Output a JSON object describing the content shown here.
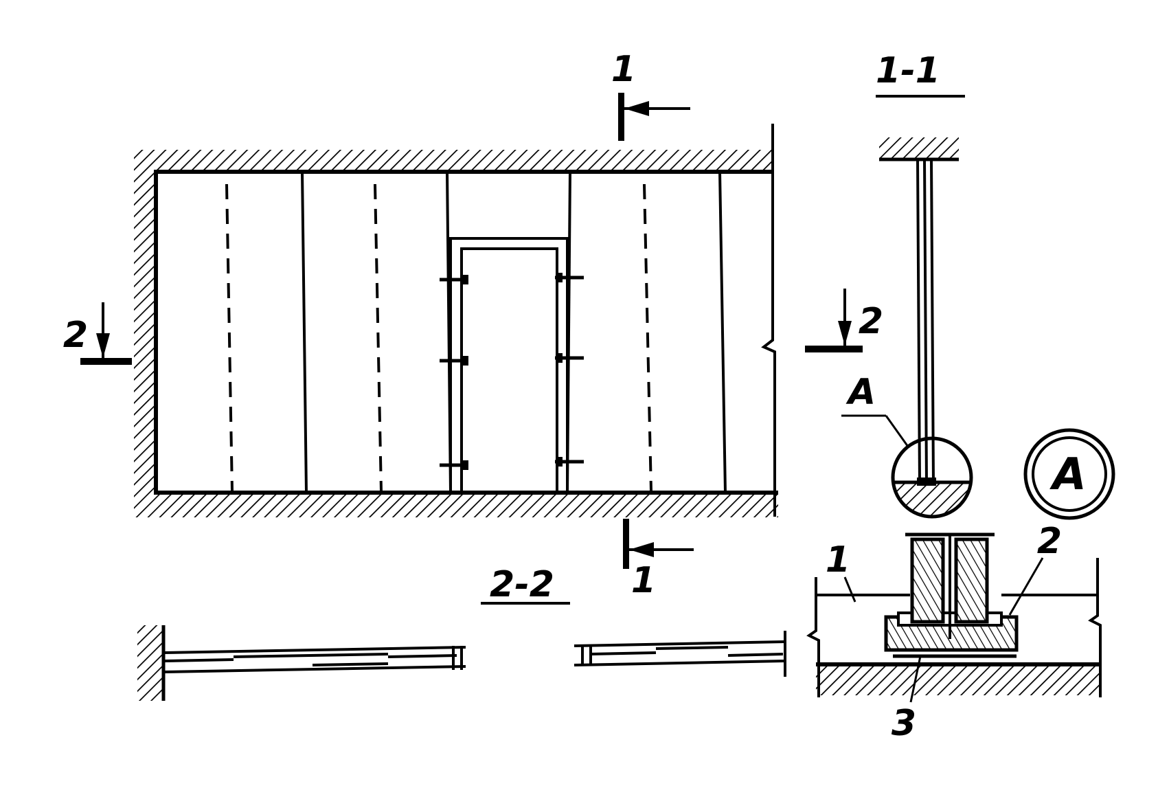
{
  "labels": {
    "section_1_top": "1",
    "section_1_bottom": "1",
    "section_2_left": "2",
    "section_2_right": "2",
    "section_1_1_title": "1-1",
    "section_2_2_title": "2-2",
    "detail_ref": "A",
    "detail_title": "A",
    "callout_1": "1",
    "callout_2": "2",
    "callout_3": "3"
  }
}
